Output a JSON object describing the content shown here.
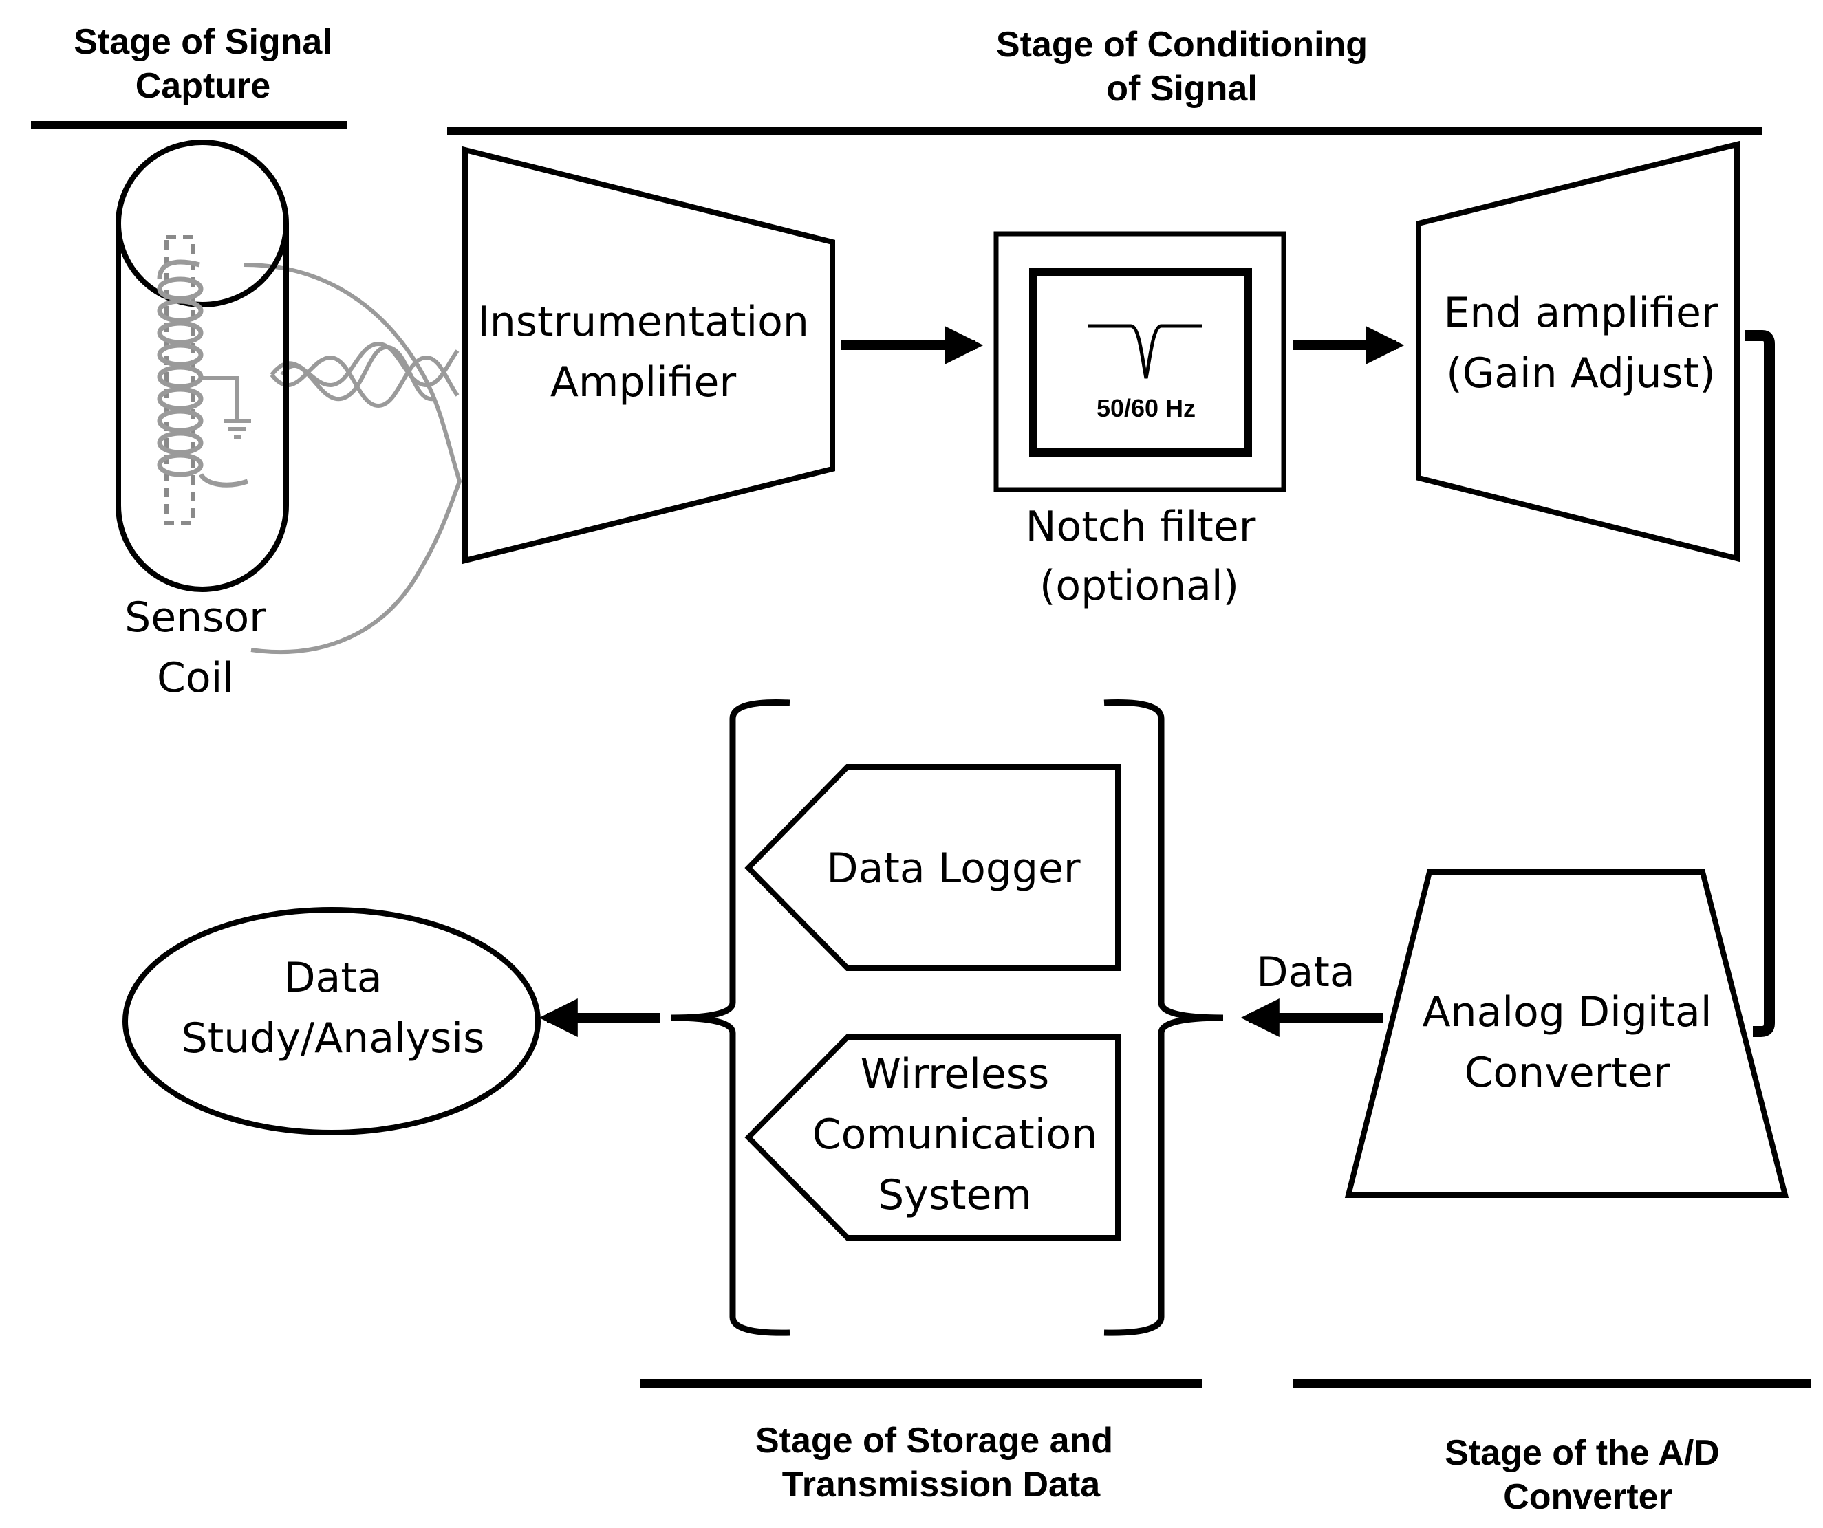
{
  "stages": {
    "capture": [
      "Stage of Signal",
      "Capture"
    ],
    "conditioning": [
      "Stage of Conditioning",
      "of Signal"
    ],
    "storage": [
      "Stage of Storage and",
      "Transmission Data"
    ],
    "ad": [
      "Stage of the A/D",
      "Converter"
    ]
  },
  "blocks": {
    "sensor": [
      "Sensor",
      "Coil"
    ],
    "instrumentation_amplifier": [
      "Instrumentation",
      "Amplifier"
    ],
    "notch_filter": [
      "Notch filter",
      "(optional)"
    ],
    "notch_frequency": "50/60 Hz",
    "end_amplifier": [
      "End amplifier",
      "(Gain Adjust)"
    ],
    "adc": [
      "Analog Digital",
      "Converter"
    ],
    "data_logger": "Data Logger",
    "wireless": [
      "Wirreless",
      "Comunication",
      "System"
    ],
    "analysis": [
      "Data",
      "Study/Analysis"
    ]
  },
  "edges": {
    "data_label": "Data"
  },
  "colors": {
    "stroke": "#000000",
    "background": "#ffffff",
    "wire": "#9a9a9a"
  }
}
